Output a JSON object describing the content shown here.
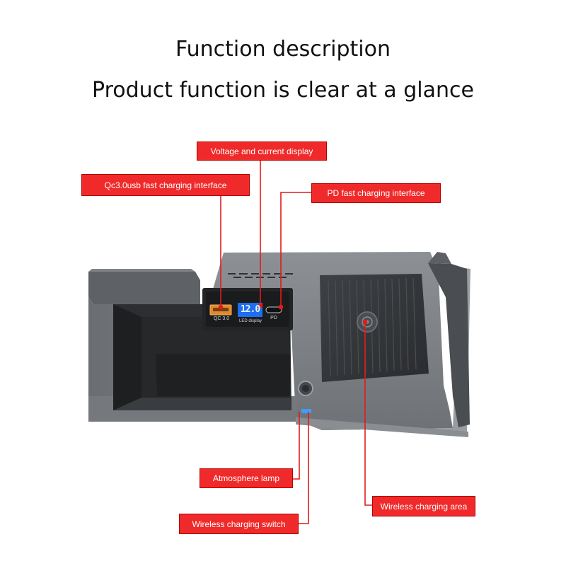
{
  "heading": {
    "line1": "Function description",
    "line2": "Product function is clear at a glance"
  },
  "callouts": {
    "voltage": "Voltage and current display",
    "qc": "Qc3.0usb fast charging interface",
    "pd": "PD fast charging interface",
    "lamp": "Atmosphere lamp",
    "wireless_area": "Wireless charging area",
    "wireless_switch": "Wireless charging switch"
  },
  "device": {
    "display_value": "12.0",
    "qc_label": "QC 3.0",
    "led_label": "LED display",
    "pd_label": "PD"
  },
  "colors": {
    "callout": "#f02a2a",
    "display": "#1e6ef0",
    "body": "#6d7175"
  }
}
